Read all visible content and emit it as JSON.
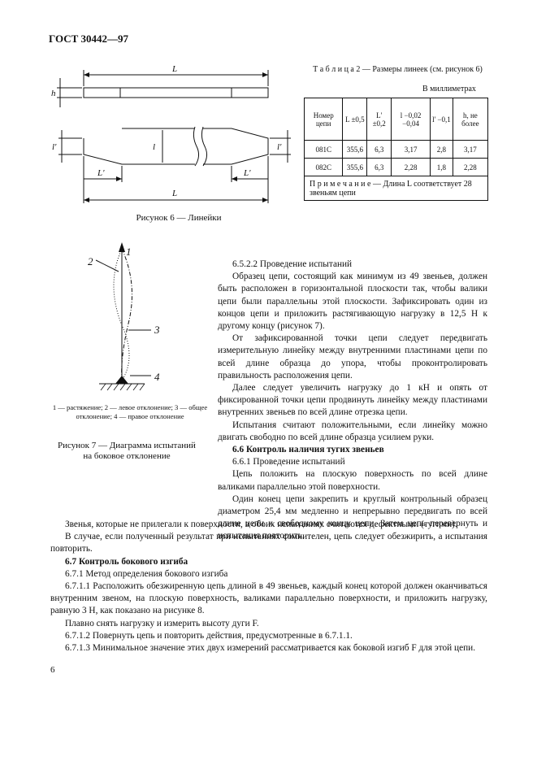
{
  "header": {
    "title": "ГОСТ 30442—97"
  },
  "figure6": {
    "caption": "Рисунок 6 — Линейки",
    "dim_L": "L",
    "dim_h": "h",
    "dim_l_prime": "l'",
    "dim_l": "l",
    "dim_L_prime": "L'"
  },
  "table2": {
    "title": "Т а б л и ц а 2 — Размеры линеек (см. рисунок 6)",
    "unit": "В миллиметрах",
    "headers": [
      "Номер цепи",
      "L ±0,5",
      "L' ±0,2",
      "l −0,02 −0,04",
      "l' −0,1",
      "h, не более"
    ],
    "rows": [
      [
        "081C",
        "355,6",
        "6,3",
        "3,17",
        "2,8",
        "3,17"
      ],
      [
        "082C",
        "355,6",
        "6,3",
        "2,28",
        "1,8",
        "2,28"
      ]
    ],
    "note": "П р и м е ч а н и е — Длина L соответствует 28 звеньям цепи"
  },
  "figure7": {
    "labels": [
      "1",
      "2",
      "3",
      "4"
    ],
    "legend": "1 — растяжение; 2 — левое отклонение; 3 — общее отклонение; 4 — правое отклонение",
    "caption": "Рисунок 7 — Диаграмма испытаний на боковое отклонение"
  },
  "text": {
    "p6522_title": "6.5.2.2 Проведение испытаний",
    "p6522_a": "Образец цепи, состоящий как минимум из 49 звеньев, должен быть расположен в горизонтальной плоскости так, чтобы валики цепи были параллельны этой плоскости. Зафиксировать один из концов цепи и приложить растягивающую нагрузку в 12,5 Н к другому концу (рисунок 7).",
    "p6522_b": "От зафиксированной точки цепи следует передвигать измерительную линейку между внутренними пластинами цепи по всей длине образца до упора, чтобы проконтролировать правильность расположения цепи.",
    "p6522_c": "Далее следует увеличить нагрузку до 1 кН и опять от фиксированной точки цепи продвинуть линейку между пластинами внутренних звеньев по всей длине отрезка цепи.",
    "p6522_d": "Испытания считают положительными, если линейку можно двигать свободно по всей длине образца усилием руки.",
    "s66_title": "6.6 Контроль наличия тугих звеньев",
    "p661_title": "6.6.1 Проведение испытаний",
    "p661_a": "Цепь положить на плоскую поверхность по всей длине валиками параллельно этой поверхности.",
    "p661_b": "Один конец цепи закрепить и круглый контрольный образец диаметром 25,4 мм медленно и непрерывно передвигать по всей длине цепи к свободному концу цепи. Затем цепь перевернуть и испытания повторить.",
    "p661_c": "Звенья, которые не прилегали к поверхности, в обоих испытаниях считаются дефектными (тугими).",
    "p661_d": "В случае, если полученный результат при испытаниях сомнителен, цепь следует обезжирить, а испытания повторить.",
    "s67_title": "6.7 Контроль бокового изгиба",
    "p671_title": "6.7.1 Метод определения бокового изгиба",
    "p6711": "6.7.1.1 Расположить обезжиренную цепь длиной в 49 звеньев, каждый конец которой должен оканчиваться внутренним звеном, на плоскую поверхность, валиками параллельно поверхности, и приложить нагрузку, равную 3 Н, как показано на рисунке 8.",
    "p6711_b": "Плавно снять нагрузку и измерить высоту дуги F.",
    "p6712": "6.7.1.2 Повернуть цепь и повторить действия, предусмотренные в 6.7.1.1.",
    "p6713": "6.7.1.3 Минимальное значение этих двух измерений рассматривается как боковой изгиб F для этой цепи."
  },
  "page_number": "6"
}
